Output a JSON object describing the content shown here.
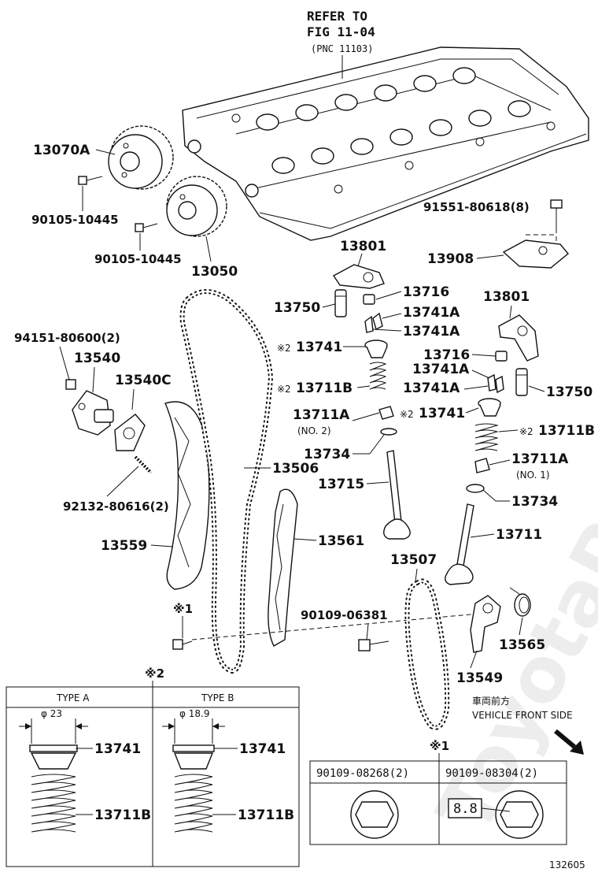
{
  "refer": {
    "line1": "REFER TO",
    "line2": "FIG 11-04",
    "line3": "(PNC 11103)"
  },
  "labels": {
    "p13070A": "13070A",
    "p90105_a": "90105-10445",
    "p90105_b": "90105-10445",
    "p13050": "13050",
    "p91551": "91551-80618(8)",
    "p13801_a": "13801",
    "p13908": "13908",
    "p13716_a": "13716",
    "p13750_a": "13750",
    "p13741A_a": "13741A",
    "p13741A_b": "13741A",
    "p13801_b": "13801",
    "p13741_a": "13741",
    "p13716_b": "13716",
    "p13741A_c": "13741A",
    "p13741A_d": "13741A",
    "p13750_b": "13750",
    "p94151": "94151-80600(2)",
    "p13540": "13540",
    "p13540C": "13540C",
    "p13711B_a": "13711B",
    "p13711A_a": "13711A",
    "no2": "(NO. 2)",
    "p13741_b": "13741",
    "p13711B_b": "13711B",
    "p13734_a": "13734",
    "p13711A_b": "13711A",
    "no1": "(NO. 1)",
    "p13506": "13506",
    "p13715": "13715",
    "p13734_b": "13734",
    "p92132": "92132-80616(2)",
    "p13711": "13711",
    "p13559": "13559",
    "p13561": "13561",
    "p13507": "13507",
    "p90109_06381": "90109-06381",
    "p13565": "13565",
    "p13549": "13549",
    "front_jp": "車両前方",
    "front_en": "VEHICLE FRONT SIDE",
    "mark1": "※1",
    "mark2": "※2",
    "mark_small": "※2"
  },
  "type_table": {
    "col_a": "TYPE A",
    "col_b": "TYPE B",
    "dia_a": "φ 23",
    "dia_b": "φ 18.9",
    "a_13741": "13741",
    "a_13711B": "13711B",
    "b_13741": "13741",
    "b_13711B": "13711B"
  },
  "bolt_table": {
    "col1": "90109-08268(2)",
    "col2": "90109-08304(2)",
    "grade": "8.8"
  },
  "figure_number": "132605",
  "watermark": "ToyotaPartsOnline"
}
